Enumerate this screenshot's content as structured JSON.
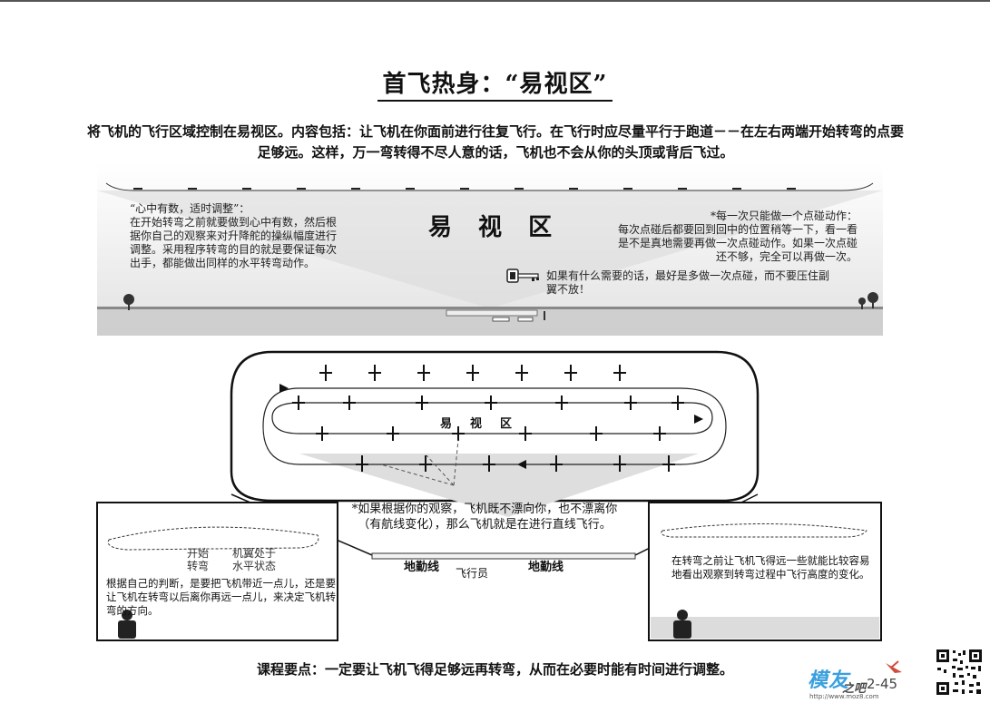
{
  "page": {
    "title": "首飞热身：“易视区”",
    "intro": "将飞机的飞行区域控制在易视区。内容包括：让飞机在你面前进行往复飞行。在飞行时应尽量平行于跑道－－在左右两端开始转弯的点要足够远。这样，万一弯转得不尽人意的话，飞机也不会从你的头顶或背后飞过。",
    "footer": "课程要点：一定要让飞机飞得足够远再转弯，从而在必要时能有时间进行调整。",
    "page_number": "2-45"
  },
  "top_panel": {
    "zone_label": "易 视 区",
    "left_note": "“心中有数，适时调整”：\n在开始转弯之前就要做到心中有数，然后根据你自己的观察来对升降舵的操纵幅度进行调整。采用程序转弯的目的就是要保证每次出手，都能做出同样的水平转弯动作。",
    "right_note": "*每一次只能做一个点碰动作：\n每次点碰后都要回到回中的位置稍等一下，看一看是不是真地需要再做一次点碰动作。如果一次点碰还不够，完全可以再做一次。",
    "right_note2": "如果有什么需要的话，最好是多做一次点碰，而不要压住副翼不放！",
    "key_icon": "key-icon"
  },
  "diagram": {
    "zone_label": "易视区",
    "mid_note": "*如果根据你的观察，飞机既不漂向你，也不漂离你\n（有航线变化），那么飞机就是在进行直线飞行。",
    "ground_left": "地勤线",
    "ground_right": "地勤线",
    "pilot_label": "飞行员"
  },
  "left_box": {
    "start_turn": "开始\n转弯",
    "wing_level": "机翼处于\n水平状态",
    "note": "根据自己的判断，是要把飞机带近一点儿，还是要让飞机在转弯以后离你再远一点儿，来决定飞机转弯的方向。"
  },
  "right_box": {
    "note": "在转弯之前让飞机飞得远一些就能比较容易地看出观察到转弯过程中飞行高度的变化。"
  },
  "logo": {
    "text": "模友",
    "sub": "之吧",
    "url": "http://www.moz8.com"
  }
}
